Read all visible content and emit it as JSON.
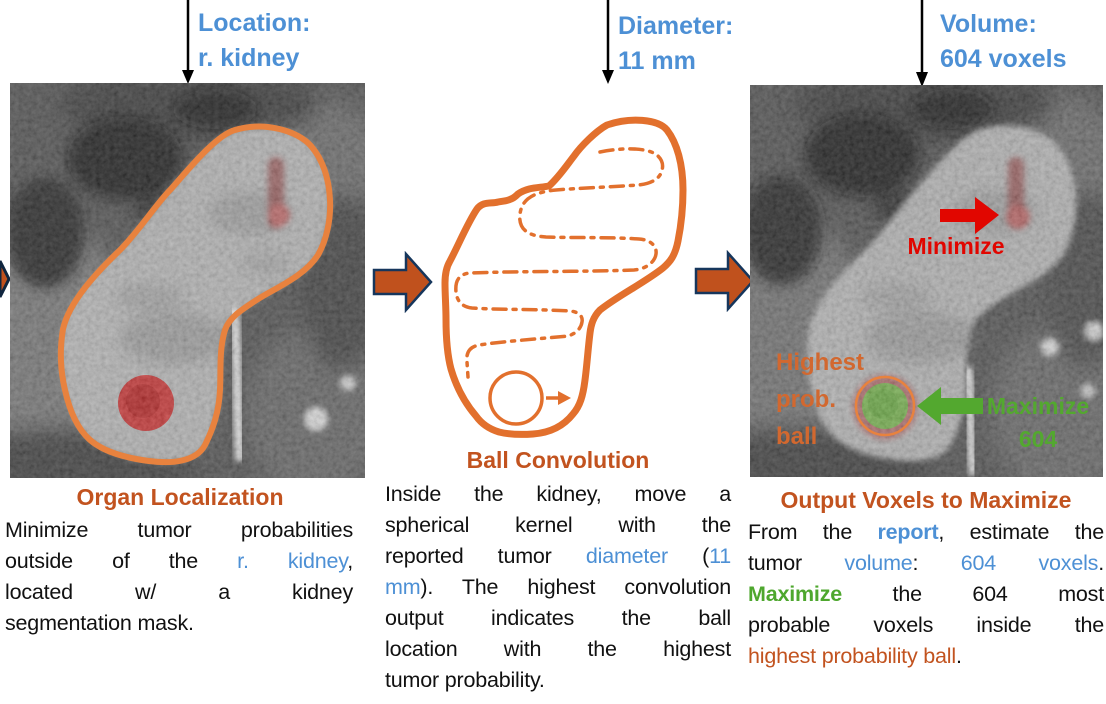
{
  "figure": {
    "description_title": "tumor localization pipeline figure"
  },
  "colors": {
    "blue": "#4D90D5",
    "orange_title": "#C2531F",
    "orange_contour": "#E8823E",
    "orange_sketch": "#E2702D",
    "green_text": "#4EA72E",
    "green_overlay": "#53A82F",
    "red": "#E10600",
    "block_arrow_fill": "#C0511D",
    "block_arrow_stroke": "#16365C"
  },
  "annotations": [
    {
      "line1": "Location:",
      "line2": "r. kidney"
    },
    {
      "line1": "Diameter:",
      "line2": "11 mm"
    },
    {
      "line1": "Volume:",
      "line2": "604 voxels"
    }
  ],
  "left_panel": {
    "title": "Organ Localization",
    "line1": "Minimize tumor probabilities",
    "line2_a": "outside of the ",
    "line2_b": "r. kidney",
    "line2_c": ",",
    "line3": "located w/ a kidney",
    "line4": "segmentation mask."
  },
  "middle_panel": {
    "title": "Ball Convolution",
    "line1": "Inside the kidney, move a",
    "line2": "spherical kernel with the",
    "line3_a": "reported tumor ",
    "line3_b": "diameter",
    "line3_c": " (",
    "line3_d": "11",
    "line4_a": "mm",
    "line4_b": "). The highest convolution",
    "line5": "output indicates the ball",
    "line6": "location with the highest",
    "line7": "tumor probability."
  },
  "right_panel": {
    "title": "Output Voxels to Maximize",
    "line1_a": "From the ",
    "line1_b": "report",
    "line1_c": ", estimate the",
    "line2_a": "tumor ",
    "line2_b": "volume",
    "line2_c": ": ",
    "line2_d": "604 voxels",
    "line2_e": ".",
    "line3_a": "Maximize",
    "line3_b": " the 604 most",
    "line4": "probable voxels inside the",
    "line5_a": "highest probability ball",
    "line5_b": ".",
    "overlay": {
      "minimize": "Minimize",
      "maximize": "Maximize",
      "count": "604",
      "ball1": "Highest",
      "ball2": "prob.",
      "ball3": "ball"
    }
  }
}
